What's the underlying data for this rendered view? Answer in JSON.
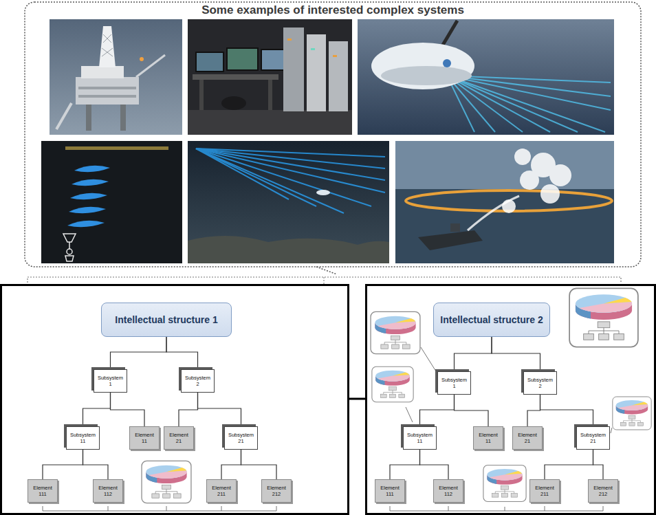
{
  "diagram": {
    "title": "Some examples of interested complex systems",
    "nodes": [
      {
        "text": [
          "Intellectual structure 1"
        ]
      },
      {
        "text": [
          "Subsystem 1"
        ]
      },
      {
        "text": [
          "Subsystem 2"
        ]
      },
      {
        "text": [
          "Subsystem 11"
        ]
      },
      {
        "text": [
          "Element 11"
        ]
      },
      {
        "text": [
          "Element 21"
        ]
      },
      {
        "text": [
          "Subsystem 21"
        ]
      },
      {
        "text": [
          "Element 111"
        ]
      },
      {
        "text": [
          "Element 112"
        ]
      },
      {
        "text": [
          "Element 211"
        ]
      },
      {
        "text": [
          "Element 212"
        ]
      },
      {
        "text": [
          "Intellectual structure 2"
        ]
      },
      {
        "text": [
          "Subsystem 1"
        ]
      },
      {
        "text": [
          "Subsystem 2"
        ]
      },
      {
        "text": [
          "Subsystem 11"
        ]
      },
      {
        "text": [
          "Element 11"
        ]
      },
      {
        "text": [
          "Element 21"
        ]
      },
      {
        "text": [
          "Subsystem 21"
        ]
      },
      {
        "text": [
          "Element 111"
        ]
      },
      {
        "text": [
          "Element 112"
        ]
      },
      {
        "text": [
          "Element 211"
        ]
      },
      {
        "text": [
          "Element 212"
        ]
      }
    ],
    "edges": [
      {
        "from": 0,
        "to": 1,
        "arrow": "none"
      },
      {
        "from": 0,
        "to": 2,
        "arrow": "none"
      },
      {
        "from": 1,
        "to": 3,
        "arrow": "none"
      },
      {
        "from": 1,
        "to": 4,
        "arrow": "none"
      },
      {
        "from": 2,
        "to": 5,
        "arrow": "none"
      },
      {
        "from": 2,
        "to": 6,
        "arrow": "none"
      },
      {
        "from": 3,
        "to": 7,
        "arrow": "none"
      },
      {
        "from": 3,
        "to": 8,
        "arrow": "none"
      },
      {
        "from": 6,
        "to": 9,
        "arrow": "none"
      },
      {
        "from": 6,
        "to": 10,
        "arrow": "none"
      },
      {
        "from": 11,
        "to": 12,
        "arrow": "none"
      },
      {
        "from": 11,
        "to": 13,
        "arrow": "none"
      },
      {
        "from": 12,
        "to": 14,
        "arrow": "none"
      },
      {
        "from": 12,
        "to": 15,
        "arrow": "none"
      },
      {
        "from": 13,
        "to": 16,
        "arrow": "none"
      },
      {
        "from": 13,
        "to": 17,
        "arrow": "none"
      },
      {
        "from": 14,
        "to": 18,
        "arrow": "none"
      },
      {
        "from": 14,
        "to": 19,
        "arrow": "none"
      },
      {
        "from": 17,
        "to": 20,
        "arrow": "none"
      },
      {
        "from": 17,
        "to": 21,
        "arrow": "none"
      }
    ]
  }
}
